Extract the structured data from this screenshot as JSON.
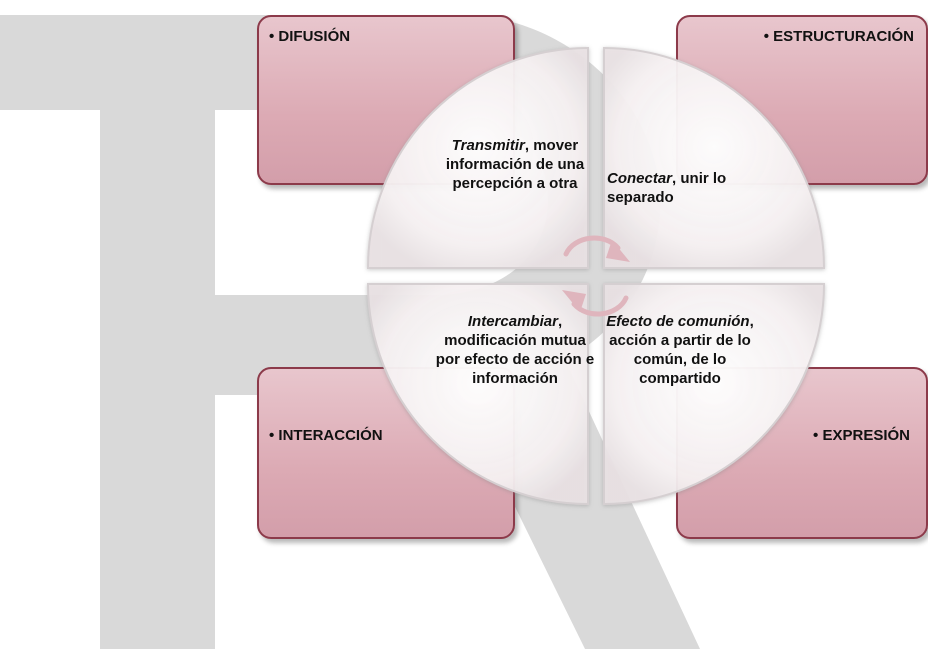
{
  "boxes": {
    "top_left": "• DIFUSIÓN",
    "top_right": "• ESTRUCTURACIÓN",
    "bottom_left": "• INTERACCIÓN",
    "bottom_right": "• EXPRESIÓN"
  },
  "quadrants": {
    "top_left": {
      "keyword": "Transmitir",
      "rest": ", mover información de una percepción a otra"
    },
    "top_right": {
      "keyword": "Conectar",
      "rest": ", unir lo separado"
    },
    "bottom_left": {
      "keyword": "Intercambiar",
      "rest": ", modificación mutua por efecto de acción e información"
    },
    "bottom_right": {
      "keyword": "Efecto de comunión",
      "rest": ", acción a partir de lo común, de lo compartido"
    }
  },
  "watermark_letter": "R",
  "colors": {
    "box_fill": "#dcaab4",
    "box_border": "#8c3a4a",
    "watermark": "#d9d9d9",
    "arrow": "#dfb5bd"
  }
}
